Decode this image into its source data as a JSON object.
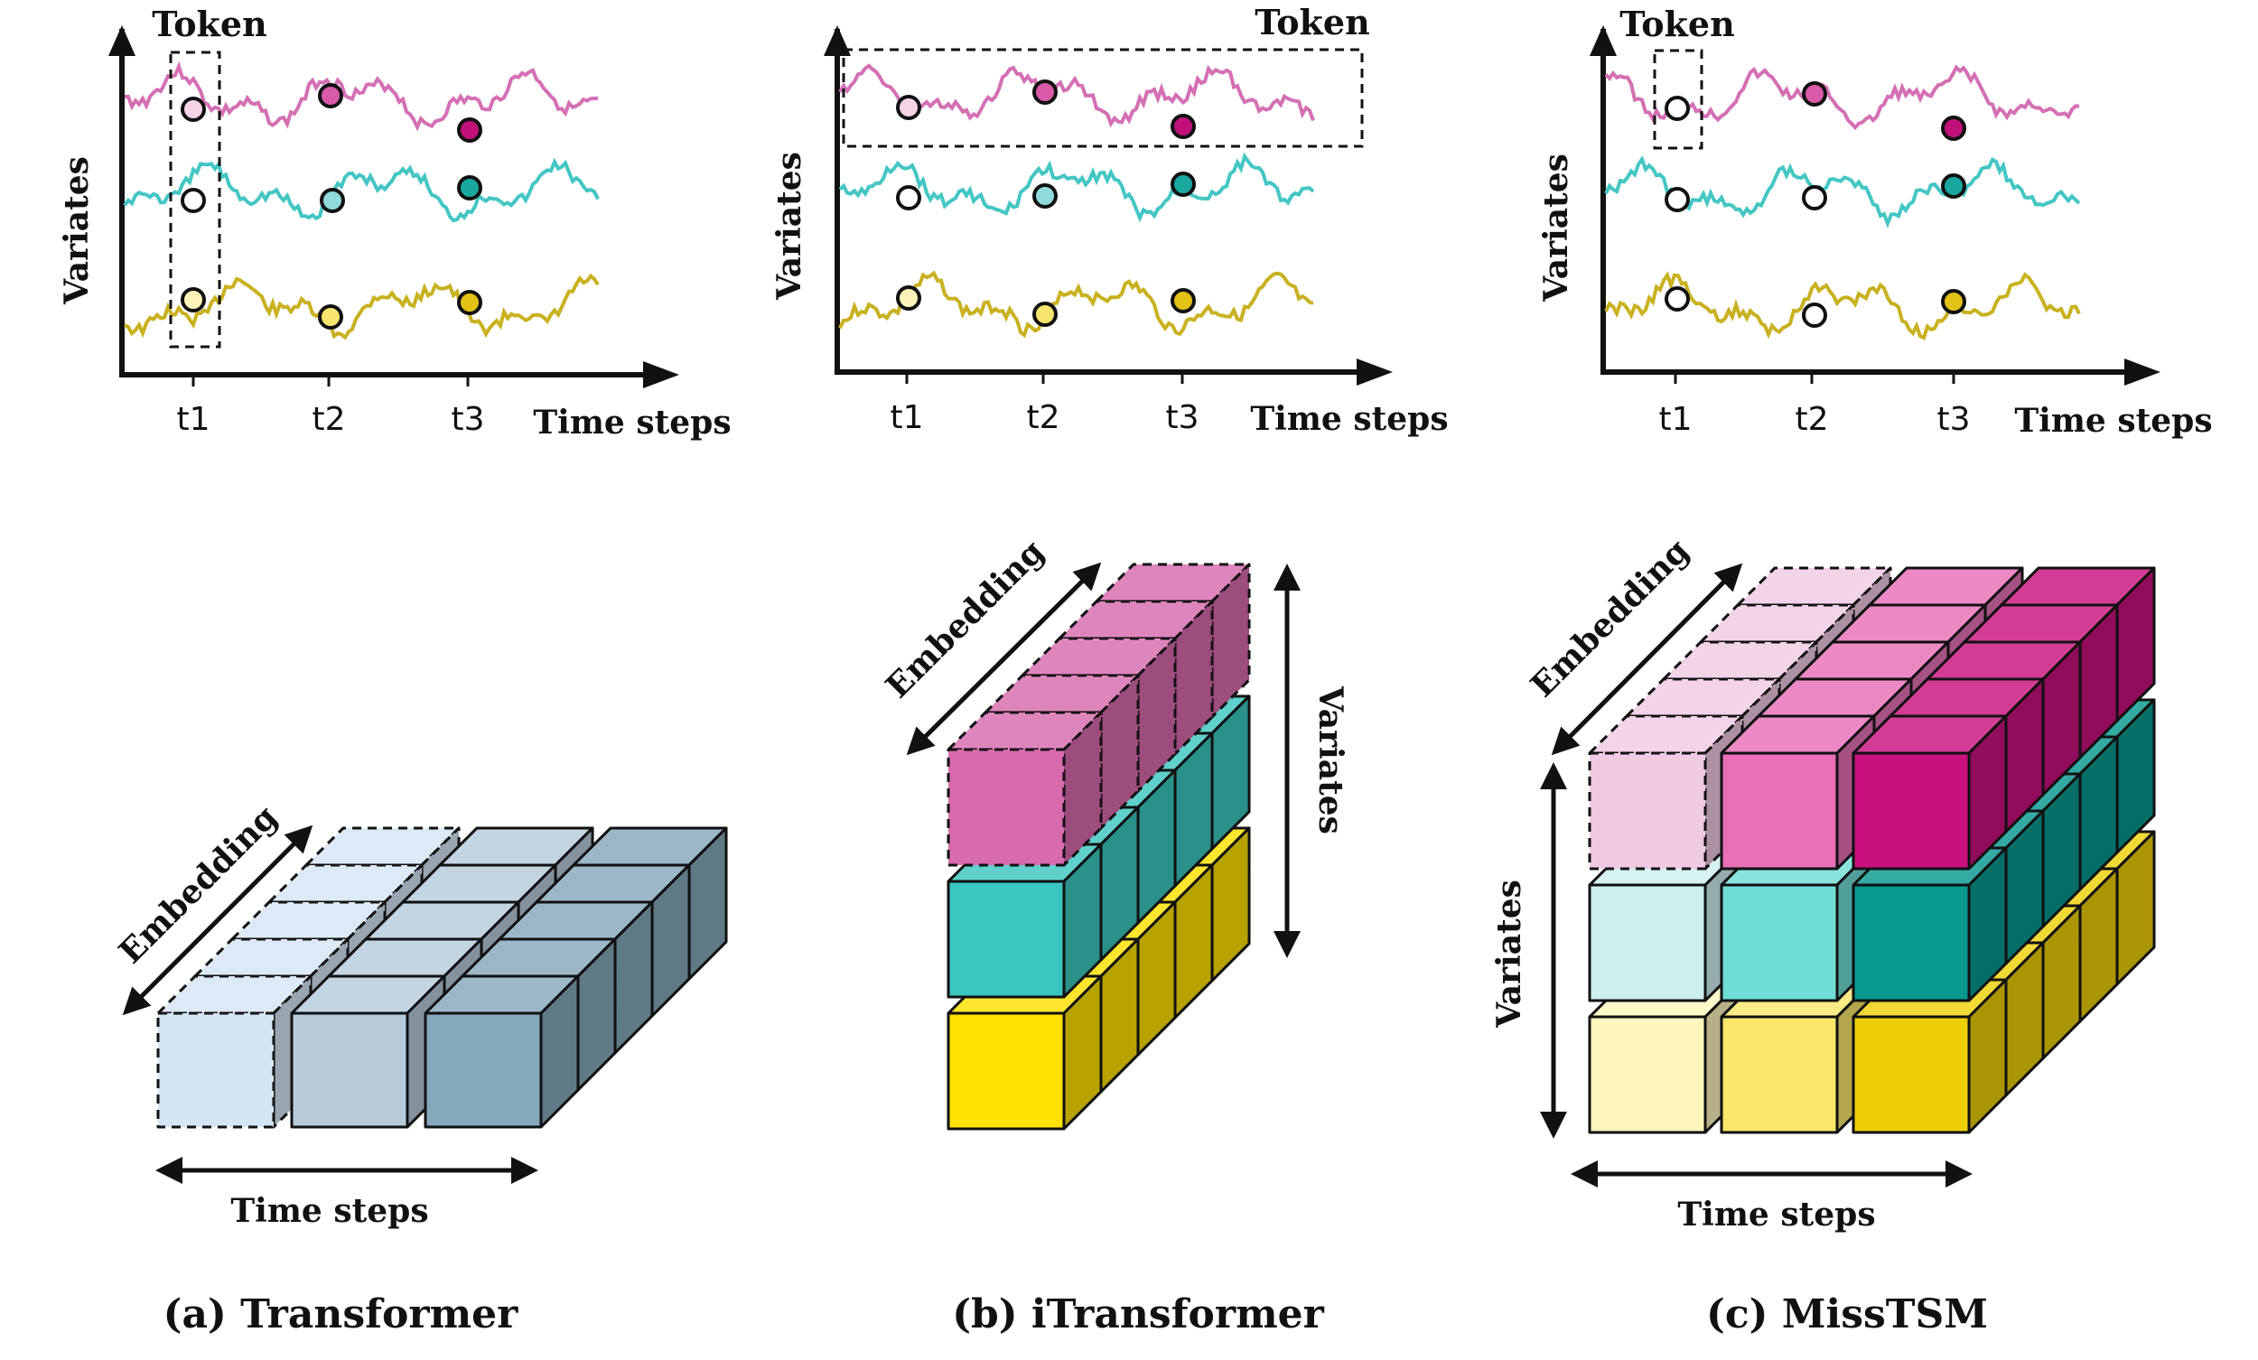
{
  "panels": [
    {
      "caption": "(a) Transformer",
      "token_label": "Token",
      "y_axis_label": "Variates",
      "x_axis_label": "Time steps",
      "ticks": [
        "t1",
        "t2",
        "t3"
      ],
      "cube_labels": {
        "embedding": "Embedding",
        "time": "Time steps"
      }
    },
    {
      "caption": "(b) iTransformer",
      "token_label": "Token",
      "y_axis_label": "Variates",
      "x_axis_label": "Time steps",
      "ticks": [
        "t1",
        "t2",
        "t3"
      ],
      "cube_labels": {
        "embedding": "Embedding",
        "variates": "Variates"
      }
    },
    {
      "caption": "(c) MissTSM",
      "token_label": "Token",
      "y_axis_label": "Variates",
      "x_axis_label": "Time steps",
      "ticks": [
        "t1",
        "t2",
        "t3"
      ],
      "cube_labels": {
        "embedding": "Embedding",
        "variates": "Variates",
        "time": "Time steps"
      }
    }
  ],
  "colors": {
    "series_pink": "#d56fb4",
    "series_cyan": "#44c6c4",
    "series_yellow": "#c9b120",
    "dot_pink": [
      "#f6d4e6",
      "#d85aa8",
      "#c0117a"
    ],
    "dot_cyan": [
      "#ffffff",
      "#8fdada",
      "#18a8a0"
    ],
    "dot_yellow": [
      "#fbf3b7",
      "#f7e46d",
      "#e3c115"
    ],
    "cube_blue": [
      "#d4e5f5",
      "#b7cbdb",
      "#86a8bc"
    ],
    "cube_pink": [
      "#f0c9e2",
      "#e86fb8",
      "#c9117e"
    ],
    "cube_cyan": [
      "#cdefee",
      "#70ddd6",
      "#06998f"
    ],
    "cube_yellow": [
      "#fff6bd",
      "#f9e66a",
      "#eecf07"
    ],
    "itrans_pink": "#d86aae",
    "itrans_cyan": "#3cc6c0",
    "itrans_yellow": "#fee100"
  }
}
